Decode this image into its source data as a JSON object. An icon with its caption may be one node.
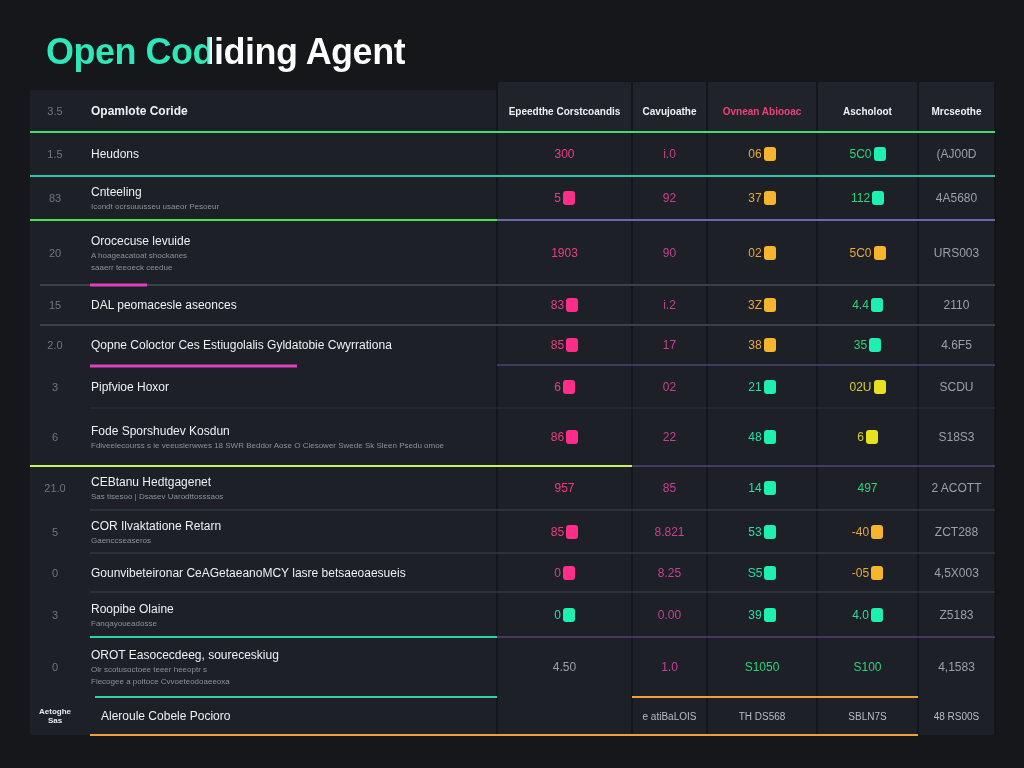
{
  "diagram": {
    "title": "Open Codiding Agent",
    "labels": [
      "3.5",
      "Opamlote Coride",
      "Epeedthe Corstcoandis",
      "Cavujoathe",
      "Ovnean Abiooac",
      "Ascholoot",
      "Mrcseothe",
      "1.5",
      "Heudons",
      "300",
      "i.0",
      "06",
      "5C0",
      "(AJ00D",
      "83",
      "Cnteeling",
      "Icondt ocrsuuusseu usaeor Pesoeur",
      "5",
      "92",
      "37",
      "112",
      "4A5680",
      "20",
      "Orocecuse levuide",
      "A hoageacatoat shockanes",
      "saaerr teeoeck ceedue",
      "1903",
      "90",
      "02",
      "5C0",
      "URS003",
      "15",
      "DAL peomacesle aseonces",
      "83",
      "i.2",
      "3Z",
      "4.4",
      "2110",
      "2.0",
      "Qopne Coloctor Ces Estiugolalis Gyldatobie Cwyrrationa",
      "85",
      "17",
      "38",
      "35",
      "4.6F5",
      "3",
      "Pipfvioe Hoxor",
      "6",
      "02",
      "21",
      "02U",
      "SCDU",
      "6",
      "Fode Sporshudev Kosdun",
      "Fdiveelecourss s ie veeuslerwwes 18 SWR Beddor Aose O Ciesower Swede Sk Sleen Psedu omoe",
      "86",
      "22",
      "48",
      "6",
      "S18S3",
      "21.0",
      "CEBtanu Hedtgagenet",
      "Sas tisesoo | Dsasev Uarodttosssaos",
      "957",
      "85",
      "14",
      "497",
      "2 ACOTT",
      "5",
      "COR Ilvaktatione Retarn",
      "Gaenccseaseros",
      "85",
      "8.821",
      "53",
      "-40",
      "ZCT288",
      "0",
      "Gounvibeteironar CeAGetaeanoMCY lasre betsaeoaesueis",
      "0",
      "8.25",
      "S5",
      "-05",
      "4,5X003",
      "3",
      "Roopibe Olaine",
      "Fanqayoueadosse",
      "0",
      "0.00",
      "39",
      "4.0",
      "Z5183",
      "0",
      "OROT Easocecdeeg, soureceskiug",
      "Olr scotusoctoee teeer heeoptr s",
      "Fiecogee a poitoce Cvvoeteodoaeeoxa",
      "4.50",
      "1.0",
      "S1050",
      "S100",
      "4,1583",
      "Aetoghe Sas",
      "Aleroule Cobele Pocioro",
      "e atiBaLOIS",
      "TH DS568",
      "SBLN7S",
      "48 RS00S"
    ]
  }
}
